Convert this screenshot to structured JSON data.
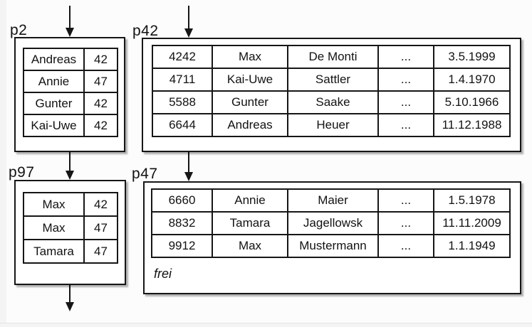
{
  "colors": {
    "stroke": "#161616",
    "page_fill": "#ffffff",
    "canvas_bg": "#fcfcfc",
    "edge_bg": "#f4f4f4"
  },
  "p2": {
    "label": "p2",
    "rows": [
      [
        "Andreas",
        "42"
      ],
      [
        "Annie",
        "47"
      ],
      [
        "Gunter",
        "42"
      ],
      [
        "Kai-Uwe",
        "42"
      ]
    ]
  },
  "p42": {
    "label": "p42",
    "rows": [
      [
        "4242",
        "Max",
        "De Monti",
        "...",
        "3.5.1999"
      ],
      [
        "4711",
        "Kai-Uwe",
        "Sattler",
        "...",
        "1.4.1970"
      ],
      [
        "5588",
        "Gunter",
        "Saake",
        "...",
        "5.10.1966"
      ],
      [
        "6644",
        "Andreas",
        "Heuer",
        "...",
        "11.12.1988"
      ]
    ]
  },
  "p97": {
    "label": "p97",
    "rows": [
      [
        "Max",
        "42"
      ],
      [
        "Max",
        "47"
      ],
      [
        "Tamara",
        "47"
      ]
    ]
  },
  "p47": {
    "label": "p47",
    "rows": [
      [
        "6660",
        "Annie",
        "Maier",
        "...",
        "1.5.1978"
      ],
      [
        "8832",
        "Tamara",
        "Jagellowsk",
        "...",
        "11.11.2009"
      ],
      [
        "9912",
        "Max",
        "Mustermann",
        "...",
        "1.1.1949"
      ]
    ],
    "free_label": "frei"
  }
}
